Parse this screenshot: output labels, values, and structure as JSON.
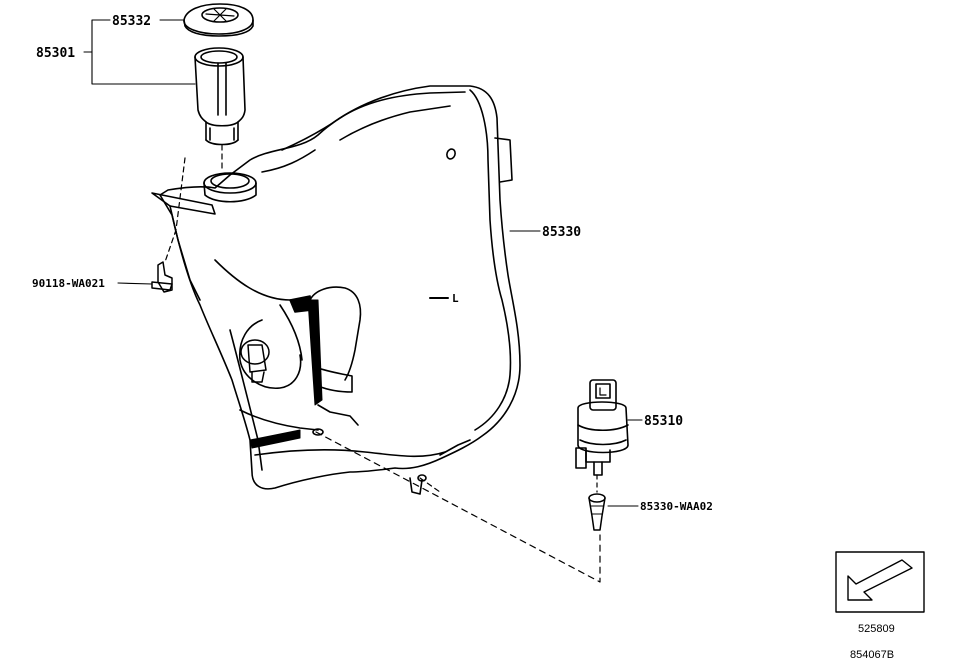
{
  "diagram": {
    "callouts": {
      "p85332": "85332",
      "p85301": "85301",
      "p85330": "85330",
      "p90118": "90118-WA021",
      "p85310": "85310",
      "p85330waa": "85330-WAA02"
    },
    "reference_code": "525809",
    "figure_code": "854067B",
    "tank_marking": "L"
  }
}
